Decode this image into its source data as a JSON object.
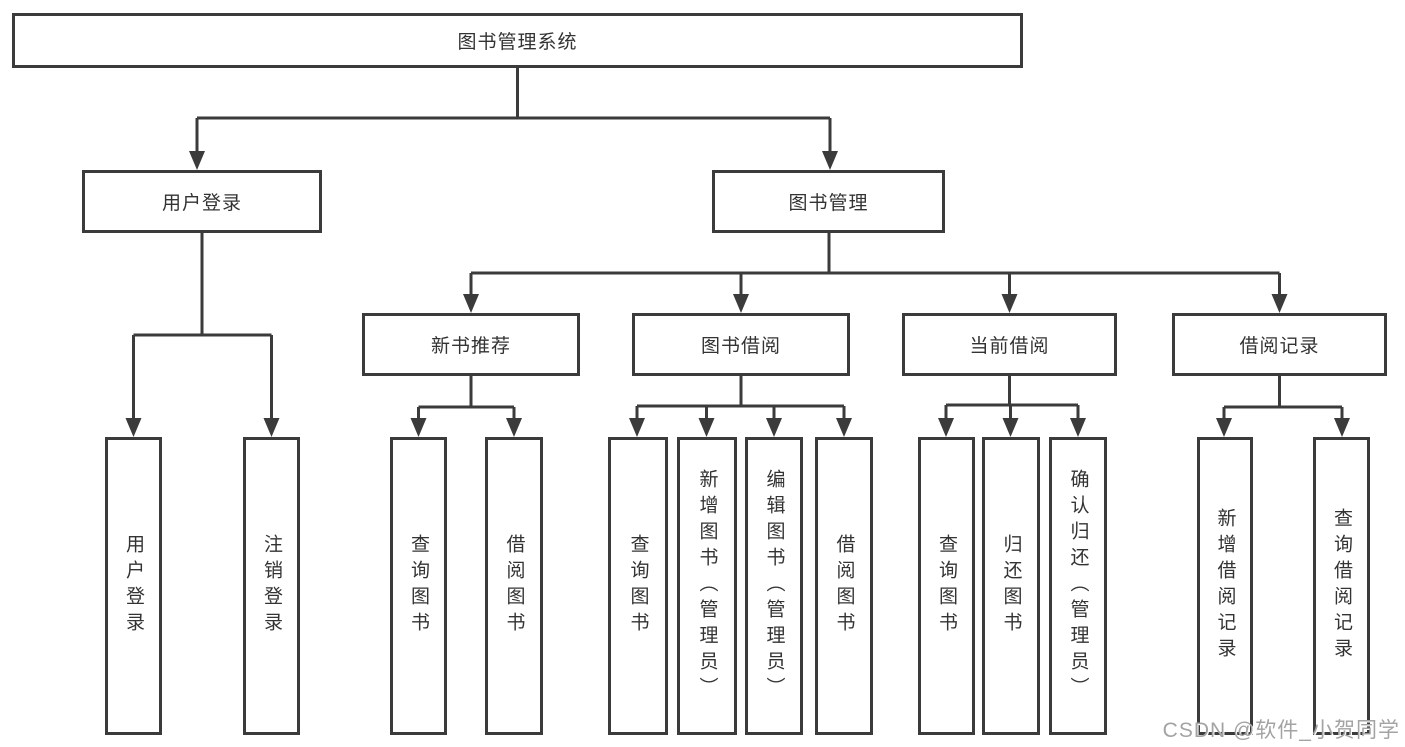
{
  "diagram": {
    "title": "图书管理系统",
    "level1": [
      "用户登录",
      "图书管理"
    ],
    "level2": [
      "新书推荐",
      "图书借阅",
      "当前借阅",
      "借阅记录"
    ],
    "leaves": {
      "user_login": [
        "用户登录",
        "注销登录"
      ],
      "new_books": [
        "查询图书",
        "借阅图书"
      ],
      "book_borrowing": [
        "查询图书",
        "新增图书（管理员）",
        "编辑图书（管理员）",
        "借阅图书"
      ],
      "current_borrowing": [
        "查询图书",
        "归还图书",
        "确认归还（管理员）"
      ],
      "borrowing_records": [
        "新增借阅记录",
        "查询借阅记录"
      ]
    },
    "watermark": "CSDN @软件_小贺同学",
    "colors": {
      "line": "#3b3b3b",
      "text": "#333333",
      "watermark": "#a3a3a3",
      "background": "#ffffff"
    }
  }
}
